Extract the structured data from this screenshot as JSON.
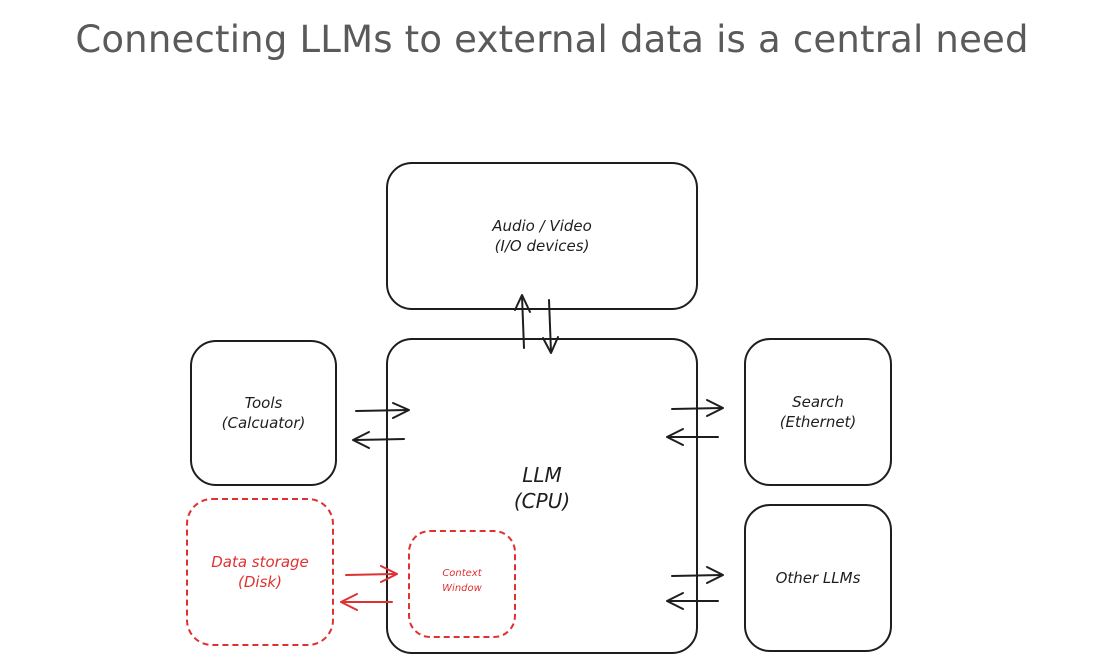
{
  "title": "Connecting LLMs to external data is a central need",
  "nodes": {
    "audio_video": {
      "line1": "Audio / Video",
      "line2": "(I/O devices)"
    },
    "tools": {
      "line1": "Tools",
      "line2": "(Calcuator)"
    },
    "search": {
      "line1": "Search",
      "line2": "(Ethernet)"
    },
    "llm": {
      "line1": "LLM",
      "line2": "(CPU)"
    },
    "data_storage": {
      "line1": "Data storage",
      "line2": "(Disk)"
    },
    "context_window": {
      "line1": "Context",
      "line2": "Window"
    },
    "other_llms": {
      "line1": "Other LLMs"
    }
  },
  "colors": {
    "stroke": "#1e1e1e",
    "highlight": "#e03131",
    "title": "#5a5a5a"
  }
}
